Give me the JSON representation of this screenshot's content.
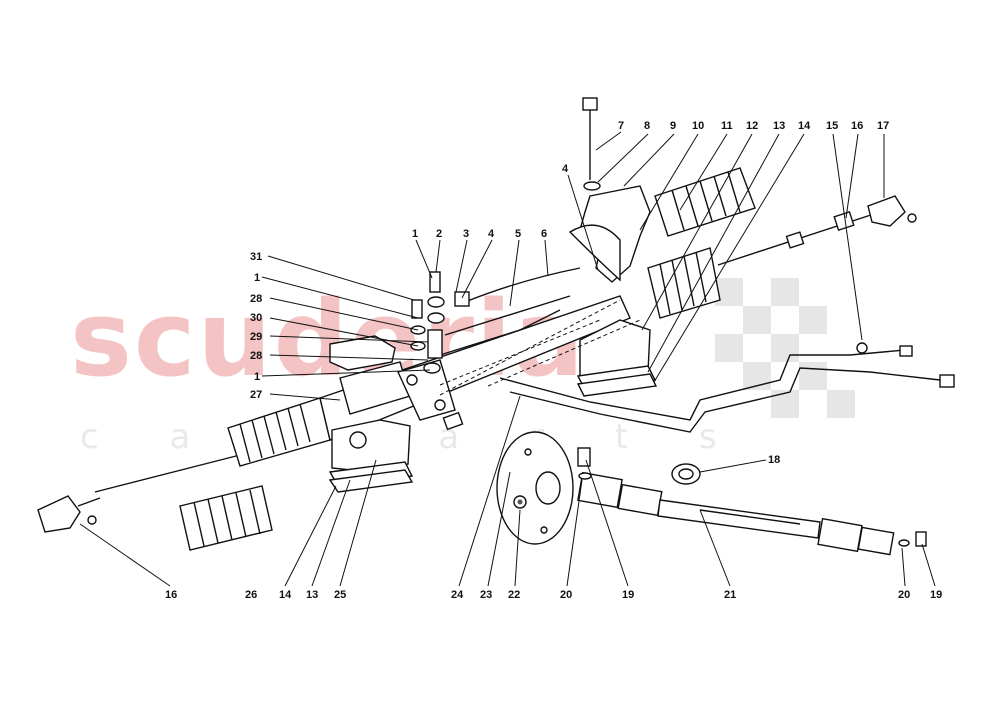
{
  "watermark": {
    "main": "scuderia",
    "sub": "c a r p a r t s"
  },
  "callouts": [
    {
      "id": "c7",
      "label": "7"
    },
    {
      "id": "c8",
      "label": "8"
    },
    {
      "id": "c9",
      "label": "9"
    },
    {
      "id": "c10",
      "label": "10"
    },
    {
      "id": "c11",
      "label": "11"
    },
    {
      "id": "c12",
      "label": "12"
    },
    {
      "id": "c13a",
      "label": "13"
    },
    {
      "id": "c14a",
      "label": "14"
    },
    {
      "id": "c15",
      "label": "15"
    },
    {
      "id": "c16a",
      "label": "16"
    },
    {
      "id": "c17",
      "label": "17"
    },
    {
      "id": "c4a",
      "label": "4"
    },
    {
      "id": "c1a",
      "label": "1"
    },
    {
      "id": "c2",
      "label": "2"
    },
    {
      "id": "c3",
      "label": "3"
    },
    {
      "id": "c4b",
      "label": "4"
    },
    {
      "id": "c5",
      "label": "5"
    },
    {
      "id": "c6",
      "label": "6"
    },
    {
      "id": "c31",
      "label": "31"
    },
    {
      "id": "c1b",
      "label": "1"
    },
    {
      "id": "c28a",
      "label": "28"
    },
    {
      "id": "c30",
      "label": "30"
    },
    {
      "id": "c29",
      "label": "29"
    },
    {
      "id": "c28b",
      "label": "28"
    },
    {
      "id": "c1c",
      "label": "1"
    },
    {
      "id": "c27",
      "label": "27"
    },
    {
      "id": "c18",
      "label": "18"
    },
    {
      "id": "c16b",
      "label": "16"
    },
    {
      "id": "c26",
      "label": "26"
    },
    {
      "id": "c14b",
      "label": "14"
    },
    {
      "id": "c13b",
      "label": "13"
    },
    {
      "id": "c25",
      "label": "25"
    },
    {
      "id": "c24",
      "label": "24"
    },
    {
      "id": "c23",
      "label": "23"
    },
    {
      "id": "c22",
      "label": "22"
    },
    {
      "id": "c20a",
      "label": "20"
    },
    {
      "id": "c19a",
      "label": "19"
    },
    {
      "id": "c21",
      "label": "21"
    },
    {
      "id": "c20b",
      "label": "20"
    },
    {
      "id": "c19b",
      "label": "19"
    }
  ]
}
